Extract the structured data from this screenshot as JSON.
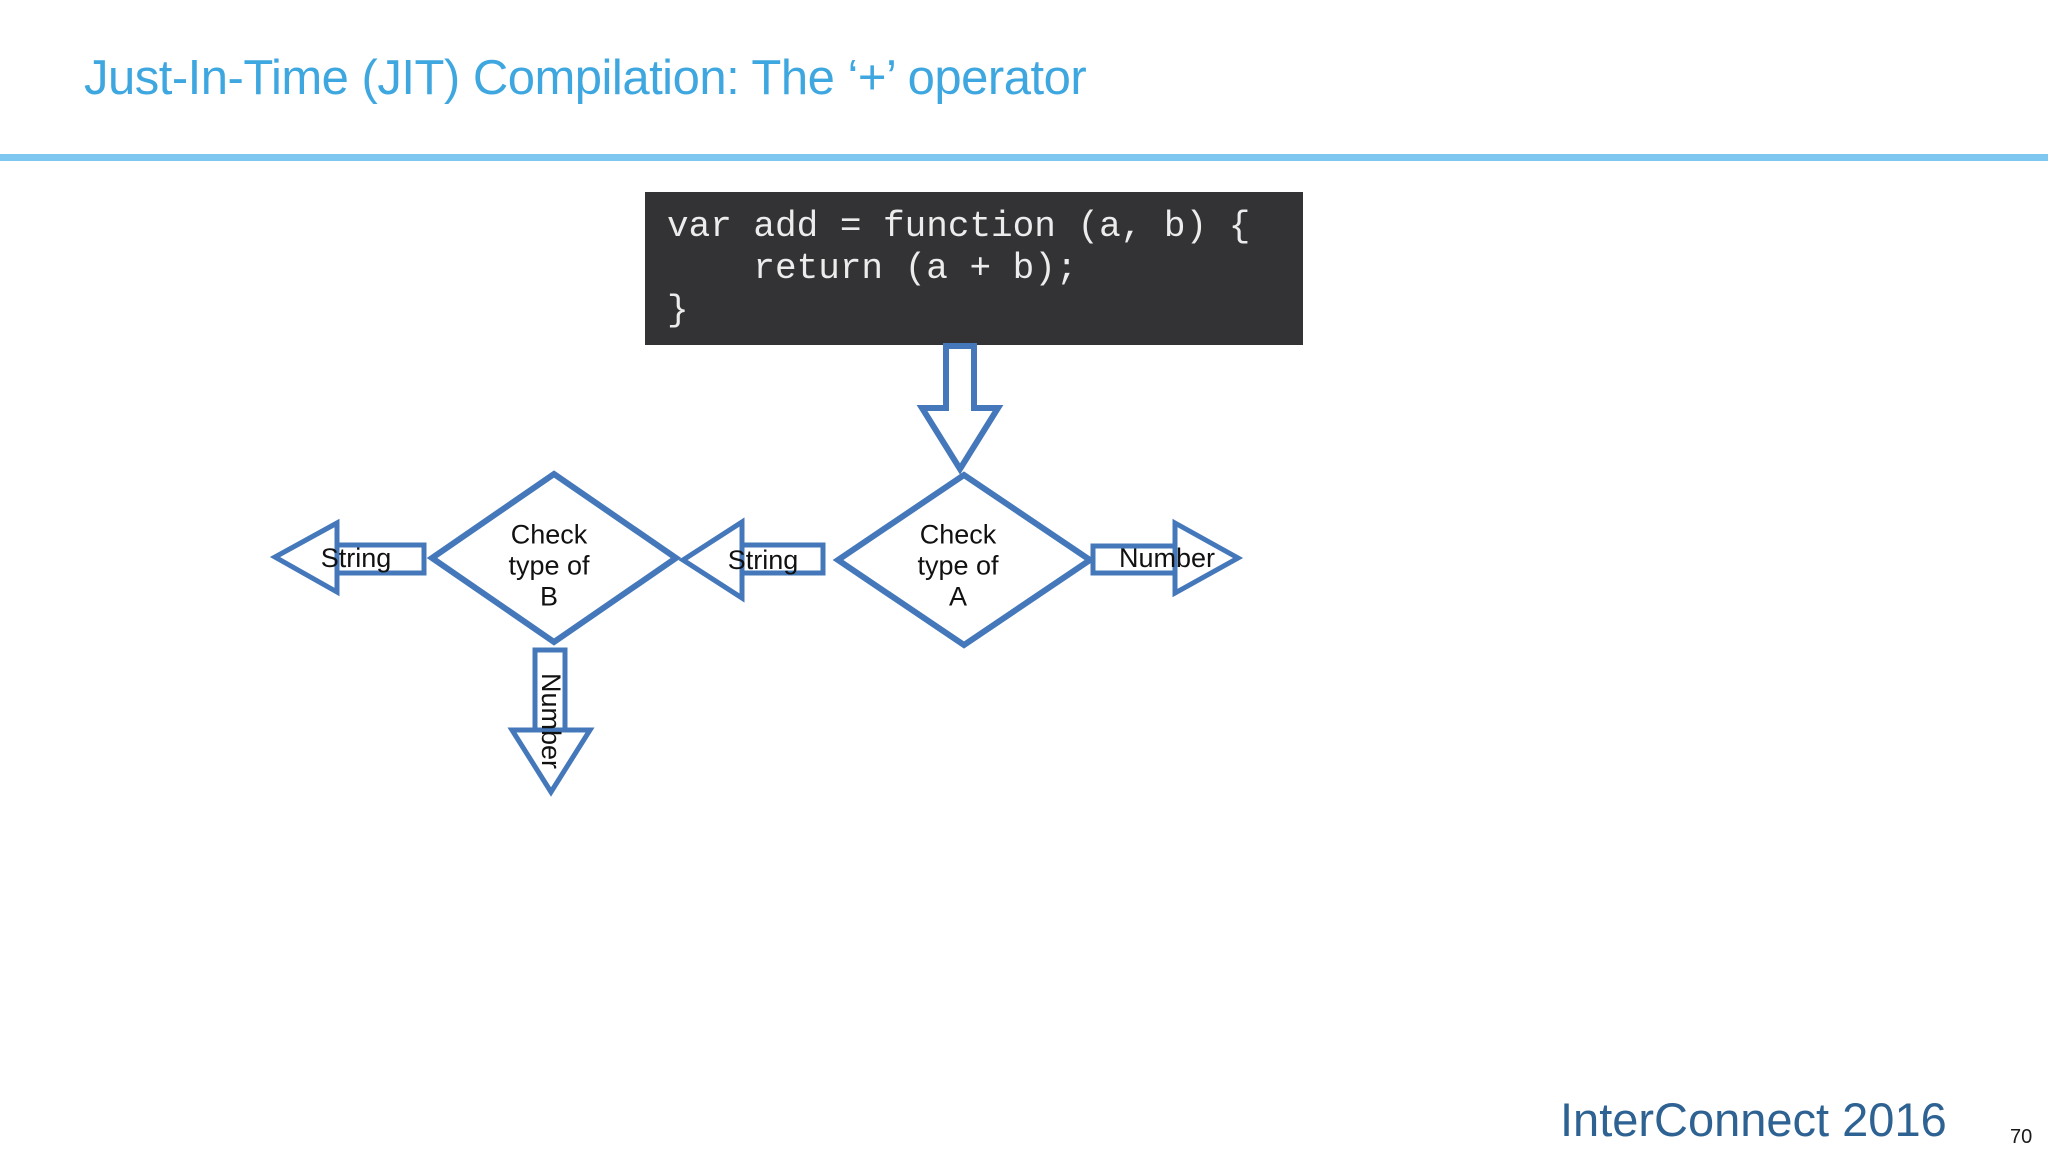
{
  "title": "Just-In-Time (JIT) Compilation: The ‘+’ operator",
  "code_block": {
    "lines": [
      "var add = function (a, b) {",
      "    return (a + b);",
      "}"
    ]
  },
  "flowchart": {
    "diamond_a": "Check\ntype of\nA",
    "diamond_b": "Check\ntype of\nB",
    "branch_a_left_label": "String",
    "branch_a_right_label": "Number",
    "branch_b_left_label": "String",
    "branch_b_down_label": "Number"
  },
  "footer": {
    "brand": "InterConnect 2016",
    "page_number": "70"
  },
  "colors": {
    "title_blue": "#3FA7E0",
    "rule_blue": "#7EC7F0",
    "shape_blue": "#4478BA",
    "code_background": "#333336",
    "code_text": "#ECECEC",
    "footer_blue": "#2E6292"
  }
}
